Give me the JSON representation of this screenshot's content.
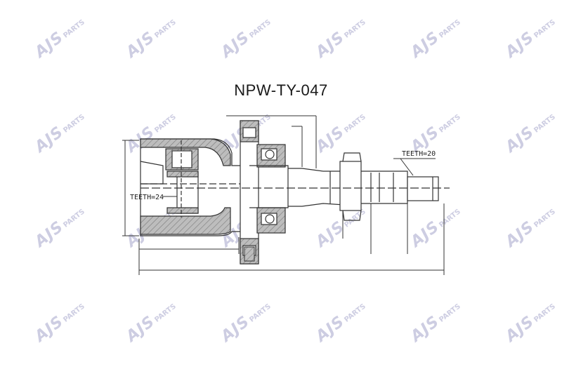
{
  "title": "NPW-TY-047",
  "watermark": {
    "brand": "AJS",
    "word": "PARTS",
    "color": "#c5c5dd"
  },
  "labels": {
    "teeth_inner": "TEETH=24",
    "teeth_outer": "TEETH=20"
  },
  "colors": {
    "hatch": "#9a9a9a",
    "line": "#333333"
  }
}
